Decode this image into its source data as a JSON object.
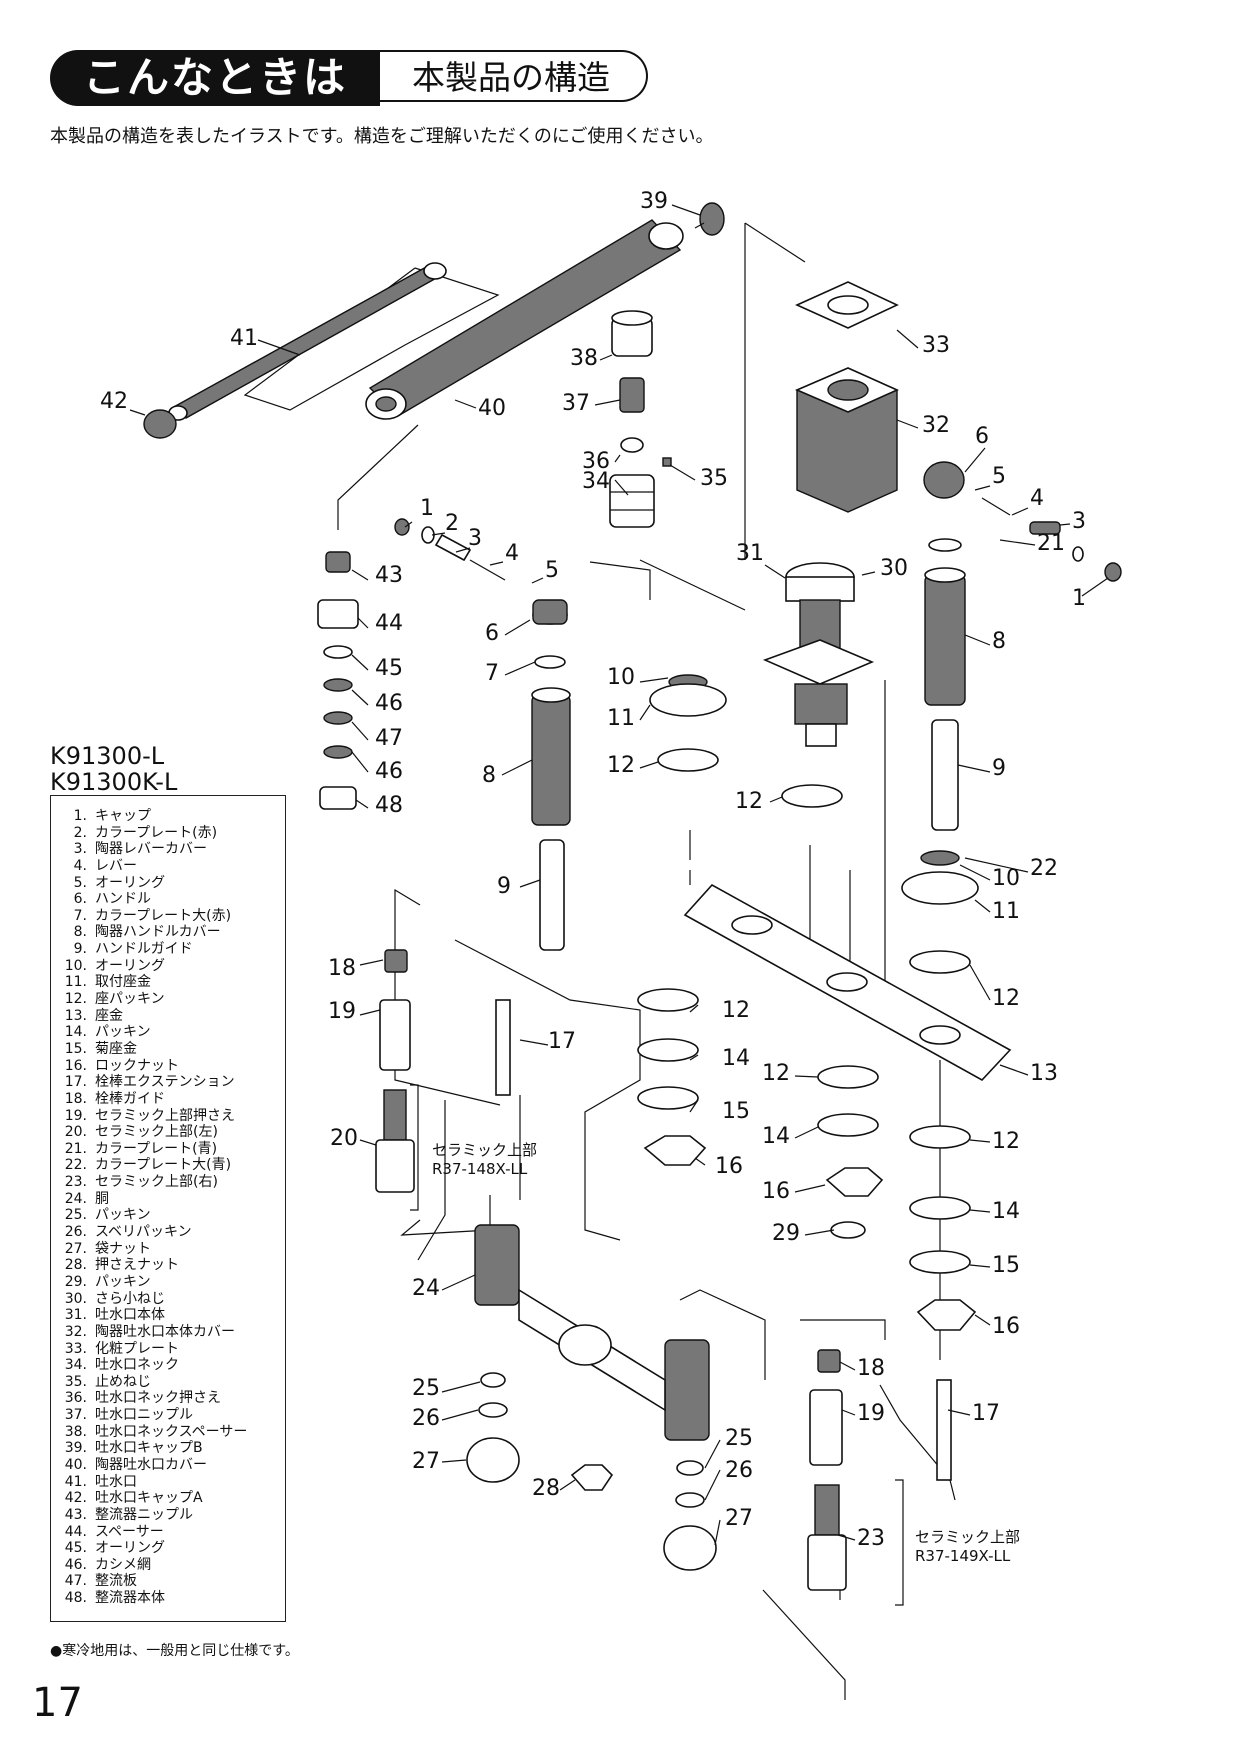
{
  "header": {
    "tag": "こんなときは",
    "title": "本製品の構造"
  },
  "intro": "本製品の構造を表したイラストです。構造をご理解いただくのにご使用ください。",
  "models": [
    "K91300-L",
    "K91300K-L"
  ],
  "parts": [
    {
      "no": "1.",
      "name": "キャップ"
    },
    {
      "no": "2.",
      "name": "カラープレート(赤)"
    },
    {
      "no": "3.",
      "name": "陶器レバーカバー"
    },
    {
      "no": "4.",
      "name": "レバー"
    },
    {
      "no": "5.",
      "name": "オーリング"
    },
    {
      "no": "6.",
      "name": "ハンドル"
    },
    {
      "no": "7.",
      "name": "カラープレート大(赤)"
    },
    {
      "no": "8.",
      "name": "陶器ハンドルカバー"
    },
    {
      "no": "9.",
      "name": "ハンドルガイド"
    },
    {
      "no": "10.",
      "name": "オーリング"
    },
    {
      "no": "11.",
      "name": "取付座金"
    },
    {
      "no": "12.",
      "name": "座パッキン"
    },
    {
      "no": "13.",
      "name": "座金"
    },
    {
      "no": "14.",
      "name": "パッキン"
    },
    {
      "no": "15.",
      "name": "菊座金"
    },
    {
      "no": "16.",
      "name": "ロックナット"
    },
    {
      "no": "17.",
      "name": "栓棒エクステンション"
    },
    {
      "no": "18.",
      "name": "栓棒ガイド"
    },
    {
      "no": "19.",
      "name": "セラミック上部押さえ"
    },
    {
      "no": "20.",
      "name": "セラミック上部(左)"
    },
    {
      "no": "21.",
      "name": "カラープレート(青)"
    },
    {
      "no": "22.",
      "name": "カラープレート大(青)"
    },
    {
      "no": "23.",
      "name": "セラミック上部(右)"
    },
    {
      "no": "24.",
      "name": "胴"
    },
    {
      "no": "25.",
      "name": "パッキン"
    },
    {
      "no": "26.",
      "name": "スベリパッキン"
    },
    {
      "no": "27.",
      "name": "袋ナット"
    },
    {
      "no": "28.",
      "name": "押さえナット"
    },
    {
      "no": "29.",
      "name": "パッキン"
    },
    {
      "no": "30.",
      "name": "さら小ねじ"
    },
    {
      "no": "31.",
      "name": "吐水口本体"
    },
    {
      "no": "32.",
      "name": "陶器吐水口本体カバー"
    },
    {
      "no": "33.",
      "name": "化粧プレート"
    },
    {
      "no": "34.",
      "name": "吐水口ネック"
    },
    {
      "no": "35.",
      "name": "止めねじ"
    },
    {
      "no": "36.",
      "name": "吐水口ネック押さえ"
    },
    {
      "no": "37.",
      "name": "吐水口ニップル"
    },
    {
      "no": "38.",
      "name": "吐水口ネックスペーサー"
    },
    {
      "no": "39.",
      "name": "吐水口キャップB"
    },
    {
      "no": "40.",
      "name": "陶器吐水口カバー"
    },
    {
      "no": "41.",
      "name": "吐水口"
    },
    {
      "no": "42.",
      "name": "吐水口キャップA"
    },
    {
      "no": "43.",
      "name": "整流器ニップル"
    },
    {
      "no": "44.",
      "name": "スペーサー"
    },
    {
      "no": "45.",
      "name": "オーリング"
    },
    {
      "no": "46.",
      "name": "カシメ網"
    },
    {
      "no": "47.",
      "name": "整流板"
    },
    {
      "no": "48.",
      "name": "整流器本体"
    }
  ],
  "ceramic_left": {
    "title": "セラミック上部",
    "code": "R37-148X-LL"
  },
  "ceramic_right": {
    "title": "セラミック上部",
    "code": "R37-149X-LL"
  },
  "callouts": [
    "1",
    "2",
    "3",
    "4",
    "5",
    "6",
    "7",
    "8",
    "9",
    "10",
    "11",
    "12",
    "13",
    "14",
    "15",
    "16",
    "17",
    "18",
    "19",
    "20",
    "21",
    "22",
    "23",
    "24",
    "25",
    "26",
    "27",
    "28",
    "29",
    "30",
    "31",
    "32",
    "33",
    "34",
    "35",
    "36",
    "37",
    "38",
    "39",
    "40",
    "41",
    "42",
    "43",
    "44",
    "45",
    "46",
    "47",
    "48"
  ],
  "footnote": "●寒冷地用は、一般用と同じ仕様です。",
  "page_number": "17"
}
